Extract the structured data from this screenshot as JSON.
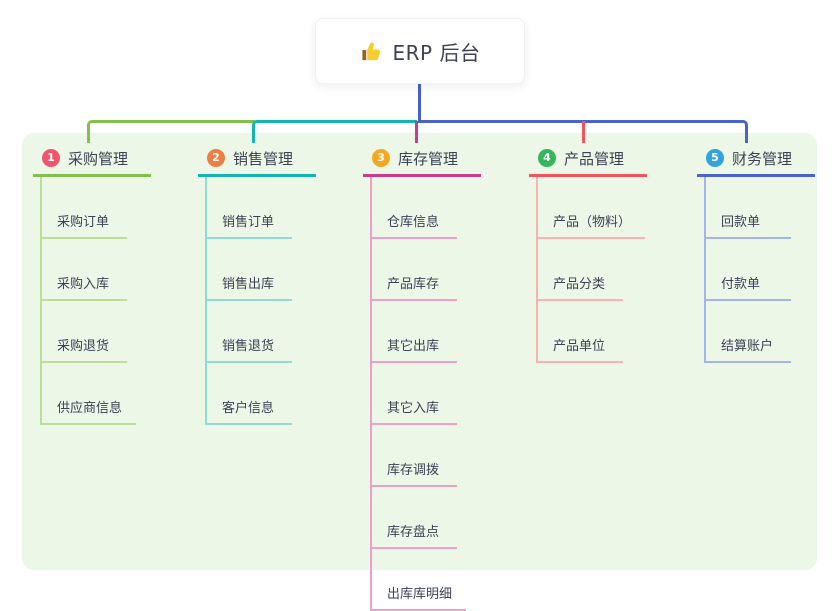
{
  "root": {
    "title": "ERP 后台",
    "icon": "thumbs-up-icon"
  },
  "branches": [
    {
      "badge": "1",
      "label": "采购管理",
      "badge_color": "#f1556d",
      "line_color": "#82c04b",
      "child_line_color": "#bcdf97",
      "children": [
        "采购订单",
        "采购入库",
        "采购退货",
        "供应商信息"
      ]
    },
    {
      "badge": "2",
      "label": "销售管理",
      "badge_color": "#ef7e44",
      "line_color": "#13b5ad",
      "child_line_color": "#90dbd4",
      "children": [
        "销售订单",
        "销售出库",
        "销售退货",
        "客户信息"
      ]
    },
    {
      "badge": "3",
      "label": "库存管理",
      "badge_color": "#f6a823",
      "line_color": "#cb3a8d",
      "child_line_color": "#eda0cb",
      "children": [
        "仓库信息",
        "产品库存",
        "其它出库",
        "其它入库",
        "库存调拨",
        "库存盘点",
        "出库库明细"
      ]
    },
    {
      "badge": "4",
      "label": "产品管理",
      "badge_color": "#35b55c",
      "line_color": "#f2555e",
      "child_line_color": "#f8b2af",
      "children": [
        "产品（物料）",
        "产品分类",
        "产品单位"
      ]
    },
    {
      "badge": "5",
      "label": "财务管理",
      "badge_color": "#32a3de",
      "line_color": "#4a62c9",
      "child_line_color": "#a3b4ea",
      "children": [
        "回款单",
        "付款单",
        "结算账户"
      ]
    }
  ],
  "colors": {
    "panel_bg": "#ecf7e7",
    "root_line": "#4a5fc6",
    "text": "#3b4254"
  }
}
